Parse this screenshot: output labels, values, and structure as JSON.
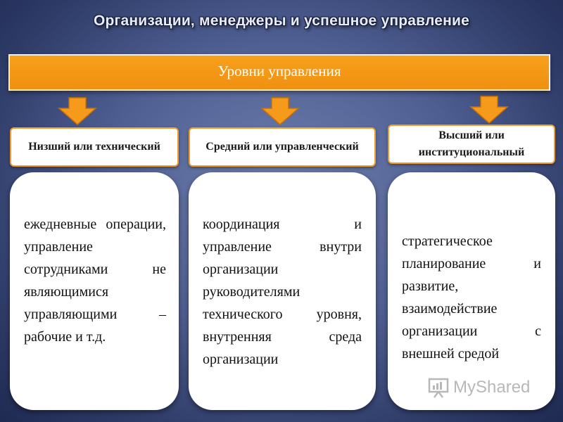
{
  "title": "Организации, менеджеры и успешное управление",
  "banner": "Уровни управления",
  "levels": [
    {
      "name": "Низший или технический",
      "description": "ежедневные операции, управление сотрудниками не являющимися управляющими – рабочие и т.д."
    },
    {
      "name": "Средний или управленческий",
      "description": "координация и управление внутри организации руководителями технического уровня, внутренняя среда организации"
    },
    {
      "name": "Высший или институциональный",
      "description": "стратегическое планирование и развитие, взаимодействие организации с внешней средой"
    }
  ],
  "watermark": "MyShared",
  "colors": {
    "accent": "#f29a2a",
    "banner": "#f59a1a",
    "background": "#4f5f92"
  }
}
